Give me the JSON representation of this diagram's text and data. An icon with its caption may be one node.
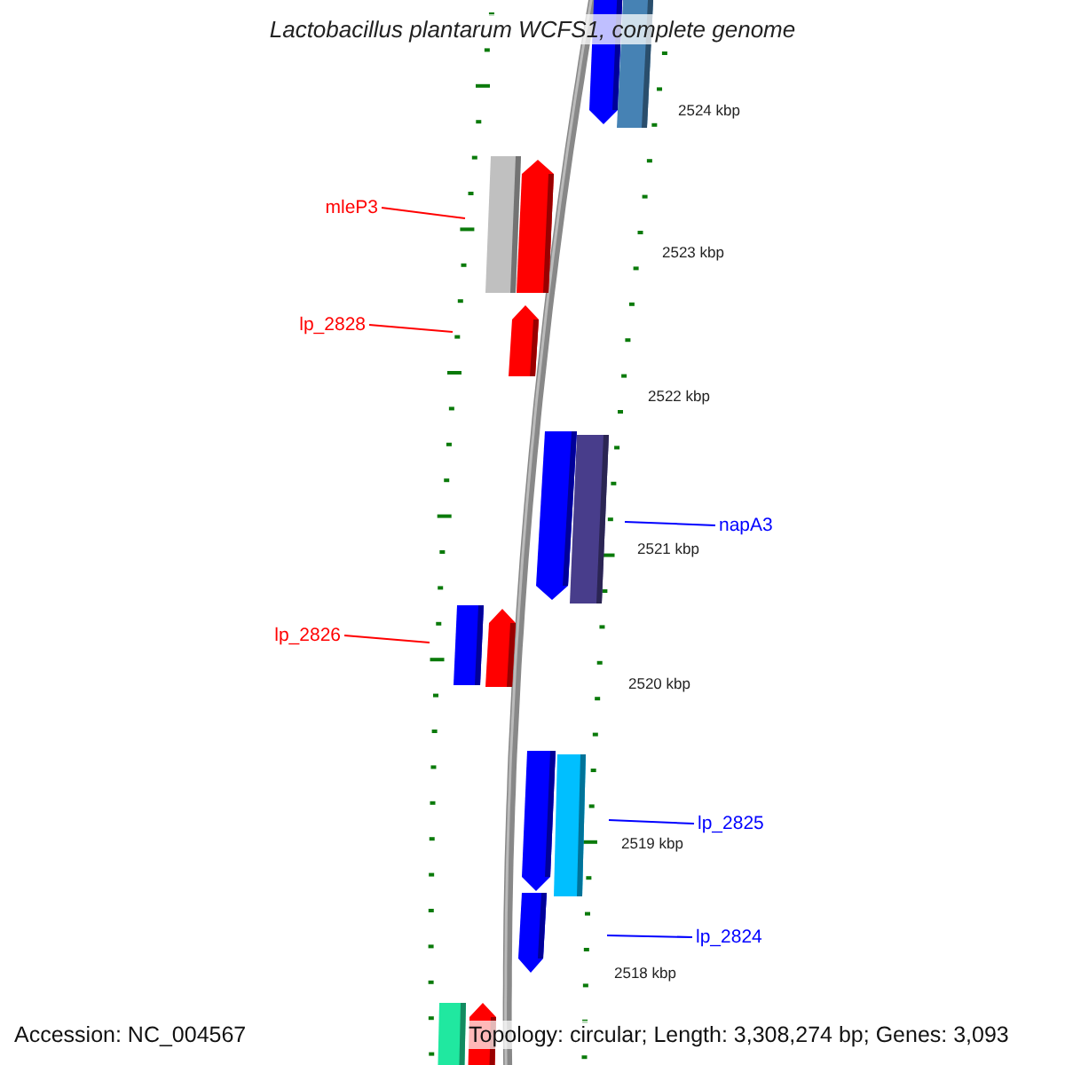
{
  "diagram": {
    "title": "Lactobacillus plantarum WCFS1, complete genome",
    "nodes": [
      {
        "text": [
          "mleP3"
        ]
      },
      {
        "text": [
          "lp_2828"
        ]
      },
      {
        "text": [
          "napA3"
        ]
      },
      {
        "text": [
          "lp_2826"
        ]
      },
      {
        "text": [
          "lp_2825"
        ]
      },
      {
        "text": [
          "lp_2824"
        ]
      }
    ],
    "edges": [
      {
        "from": 0,
        "to": null,
        "arrow": "none",
        "color": "#ff0000"
      },
      {
        "from": 1,
        "to": null,
        "arrow": "none",
        "color": "#ff0000"
      },
      {
        "from": 2,
        "to": null,
        "arrow": "none",
        "color": "#0000ff"
      },
      {
        "from": 3,
        "to": null,
        "arrow": "none",
        "color": "#ff0000"
      },
      {
        "from": 4,
        "to": null,
        "arrow": "none",
        "color": "#0000ff"
      },
      {
        "from": 5,
        "to": null,
        "arrow": "none",
        "color": "#0000ff"
      }
    ],
    "labels": [
      "2524 kbp",
      "2523 kbp",
      "2522 kbp",
      "2521 kbp",
      "2520 kbp",
      "2519 kbp",
      "2518 kbp",
      "Accession: NC_004567",
      "Topology: circular; Length: 3,308,274 bp; Genes: 3,093"
    ]
  }
}
